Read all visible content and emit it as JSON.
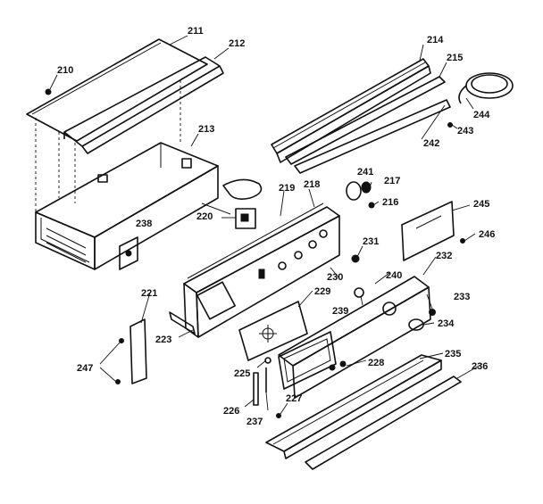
{
  "callouts": [
    {
      "id": "210",
      "text": "210"
    },
    {
      "id": "211",
      "text": "211"
    },
    {
      "id": "212",
      "text": "212"
    },
    {
      "id": "213",
      "text": "213"
    },
    {
      "id": "214",
      "text": "214"
    },
    {
      "id": "215",
      "text": "215"
    },
    {
      "id": "216",
      "text": "216"
    },
    {
      "id": "217",
      "text": "217"
    },
    {
      "id": "218",
      "text": "218"
    },
    {
      "id": "219",
      "text": "219"
    },
    {
      "id": "220",
      "text": "220"
    },
    {
      "id": "221",
      "text": "221"
    },
    {
      "id": "223",
      "text": "223"
    },
    {
      "id": "225",
      "text": "225"
    },
    {
      "id": "226",
      "text": "226"
    },
    {
      "id": "227",
      "text": "227"
    },
    {
      "id": "228",
      "text": "228"
    },
    {
      "id": "229",
      "text": "229"
    },
    {
      "id": "230",
      "text": "230"
    },
    {
      "id": "231",
      "text": "231"
    },
    {
      "id": "232",
      "text": "232"
    },
    {
      "id": "233",
      "text": "233"
    },
    {
      "id": "234",
      "text": "234"
    },
    {
      "id": "235",
      "text": "235"
    },
    {
      "id": "236",
      "text": "236"
    },
    {
      "id": "237",
      "text": "237"
    },
    {
      "id": "238",
      "text": "238"
    },
    {
      "id": "239",
      "text": "239"
    },
    {
      "id": "240",
      "text": "240"
    },
    {
      "id": "241",
      "text": "241"
    },
    {
      "id": "242",
      "text": "242"
    },
    {
      "id": "243",
      "text": "243"
    },
    {
      "id": "244",
      "text": "244"
    },
    {
      "id": "245",
      "text": "245"
    },
    {
      "id": "246",
      "text": "246"
    },
    {
      "id": "247",
      "text": "247"
    }
  ]
}
